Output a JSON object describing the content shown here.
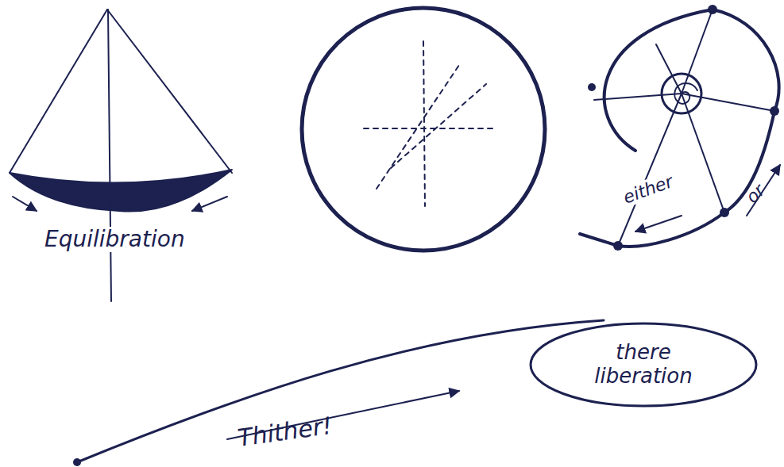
{
  "diagram": {
    "nodes": [
      {
        "text": [
          "there liberation"
        ]
      }
    ],
    "labels": [
      "Equilibration",
      "either",
      "or",
      "Thither!"
    ]
  }
}
